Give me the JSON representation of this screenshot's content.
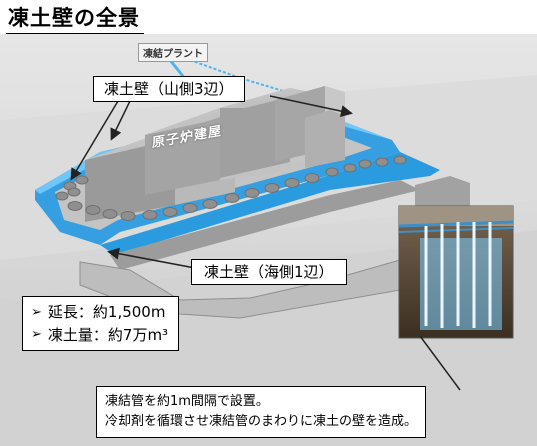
{
  "title": "凍土壁の全景",
  "labels": {
    "plant": "凍結プラント",
    "reactor": "原子炉建屋",
    "mountain_side": "凍土壁（山側3辺）",
    "sea_side": "凍土壁（海側1辺）"
  },
  "stats": [
    {
      "label": "延長：約1,500m"
    },
    {
      "label": "凍土量：約7万m³"
    }
  ],
  "description": [
    "凍結管を約1m間隔で設置。",
    "冷却剤を循環させ凍結管のまわりに凍土の壁を造成。"
  ],
  "colors": {
    "wall": "#2b9be0",
    "wall_light": "#7fd0ff",
    "building": "#a9a9a9",
    "ground": "#cfcfcf"
  }
}
